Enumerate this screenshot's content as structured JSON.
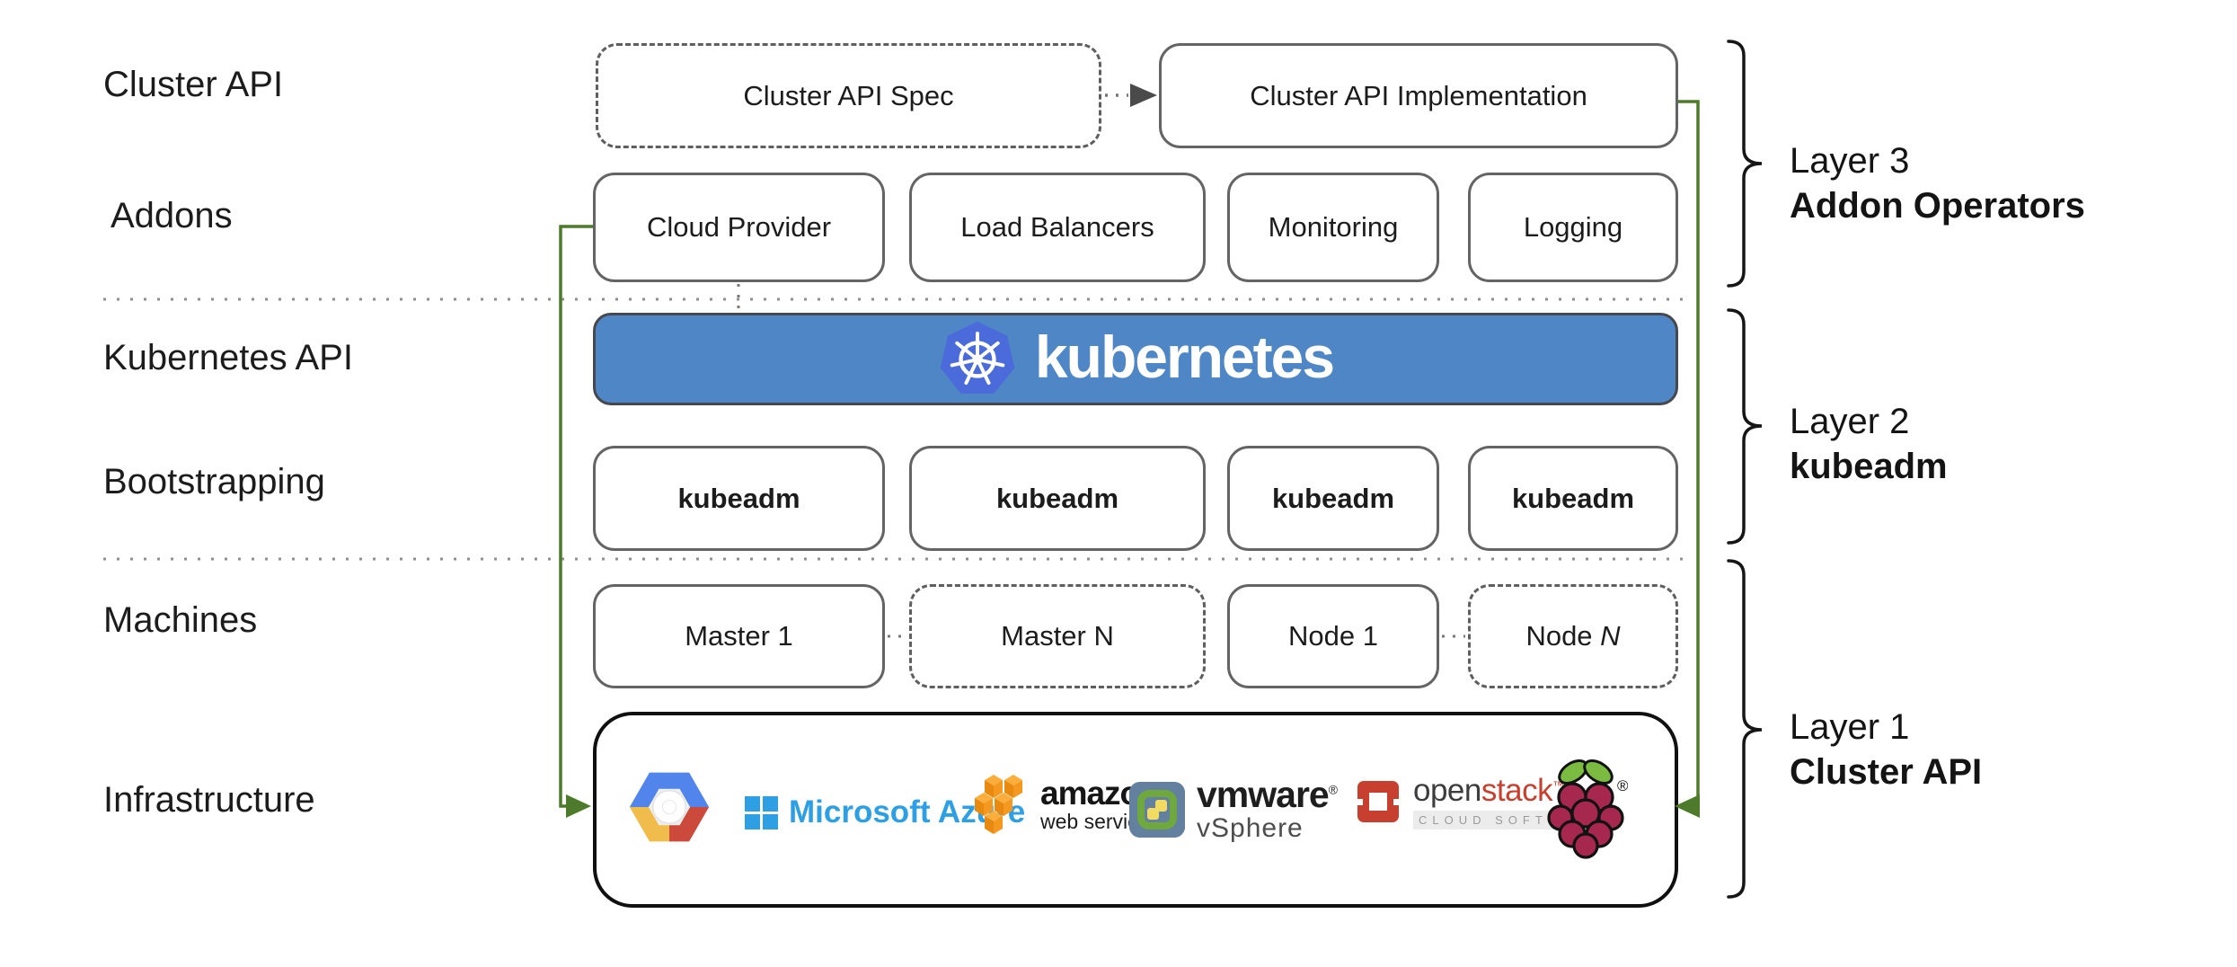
{
  "row_labels": {
    "cluster_api": "Cluster API",
    "addons": "Addons",
    "kubernetes_api": "Kubernetes API",
    "bootstrapping": "Bootstrapping",
    "machines": "Machines",
    "infrastructure": "Infrastructure"
  },
  "top_row": {
    "spec": "Cluster API Spec",
    "implementation": "Cluster API Implementation"
  },
  "addons_row": {
    "cloud_provider": "Cloud Provider",
    "load_balancers": "Load Balancers",
    "monitoring": "Monitoring",
    "logging": "Logging"
  },
  "kubernetes_bar": {
    "wordmark": "kubernetes"
  },
  "bootstrapping_row": {
    "box1": "kubeadm",
    "box2": "kubeadm",
    "box3": "kubeadm",
    "box4": "kubeadm"
  },
  "machines_row": {
    "master1": "Master 1",
    "masterN": "Master N",
    "node1": "Node 1",
    "nodeN_prefix": "Node ",
    "nodeN_suffix": "N"
  },
  "infrastructure_box": {
    "azure": "Microsoft Azure",
    "aws_title": "amazon",
    "aws_sub": "web services",
    "vmware_title": "vmware",
    "vmware_sub": "vSphere",
    "openstack_dark": "open",
    "openstack_red": "stack",
    "openstack_sub": "CLOUD SOFTWARE",
    "trademark": "™",
    "registered": "®"
  },
  "layer_labels": {
    "layer3_line1": "Layer 3",
    "layer3_line2": "Addon Operators",
    "layer2_line1": "Layer 2",
    "layer2_line2": "kubeadm",
    "layer1_line1": "Layer 1",
    "layer1_line2": "Cluster API"
  },
  "icons": {
    "kubernetes_logo": "kubernetes-wheel-icon",
    "google_cloud": "google-cloud-logo",
    "microsoft_azure": "microsoft-azure-logo",
    "aws": "amazon-web-services-logo",
    "vmware": "vmware-vsphere-logo",
    "openstack": "openstack-logo",
    "raspberry_pi": "raspberry-pi-logo"
  },
  "colors": {
    "kubernetes_bar_blue": "#4F86C6",
    "kubernetes_logo_blue": "#4A6BD9",
    "connector_green": "#4E7B2B",
    "box_border_gray": "#646464",
    "brace_black": "#161616",
    "azure_blue": "#2F9FE3",
    "openstack_red": "#C7402F",
    "raspberry_red": "#A6284F",
    "leaf_green": "#7CBB42",
    "text_dark": "#1C1C1C"
  }
}
